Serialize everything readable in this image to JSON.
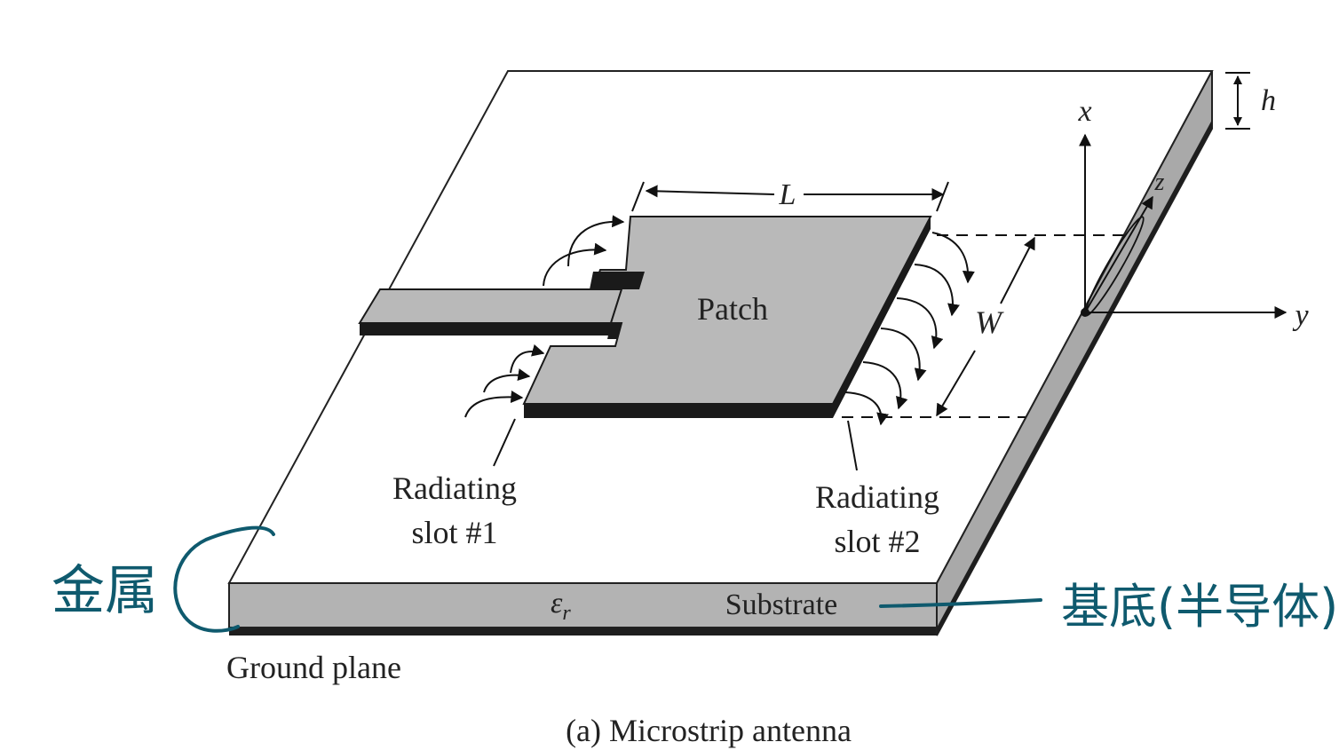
{
  "figure": {
    "caption": "(a) Microstrip antenna"
  },
  "labels": {
    "patch": "Patch",
    "length": "L",
    "width": "W",
    "height": "h",
    "slot1_line1": "Radiating",
    "slot1_line2": "slot #1",
    "slot2_line1": "Radiating",
    "slot2_line2": "slot #2",
    "substrate": "Substrate",
    "permittivity_symbol": "ε",
    "permittivity_subscript": "r",
    "ground_plane": "Ground plane",
    "axis_x": "x",
    "axis_y": "y",
    "axis_z": "z"
  },
  "annotations": {
    "left_note": "金属",
    "right_note": "基底(半导体)",
    "ink_color": "#0f5a6e"
  },
  "colors": {
    "patch_fill": "#b9b9b9",
    "patch_edge": "#1a1a1a",
    "substrate_side": "#b3b3b3",
    "board_top": "#ffffff"
  }
}
